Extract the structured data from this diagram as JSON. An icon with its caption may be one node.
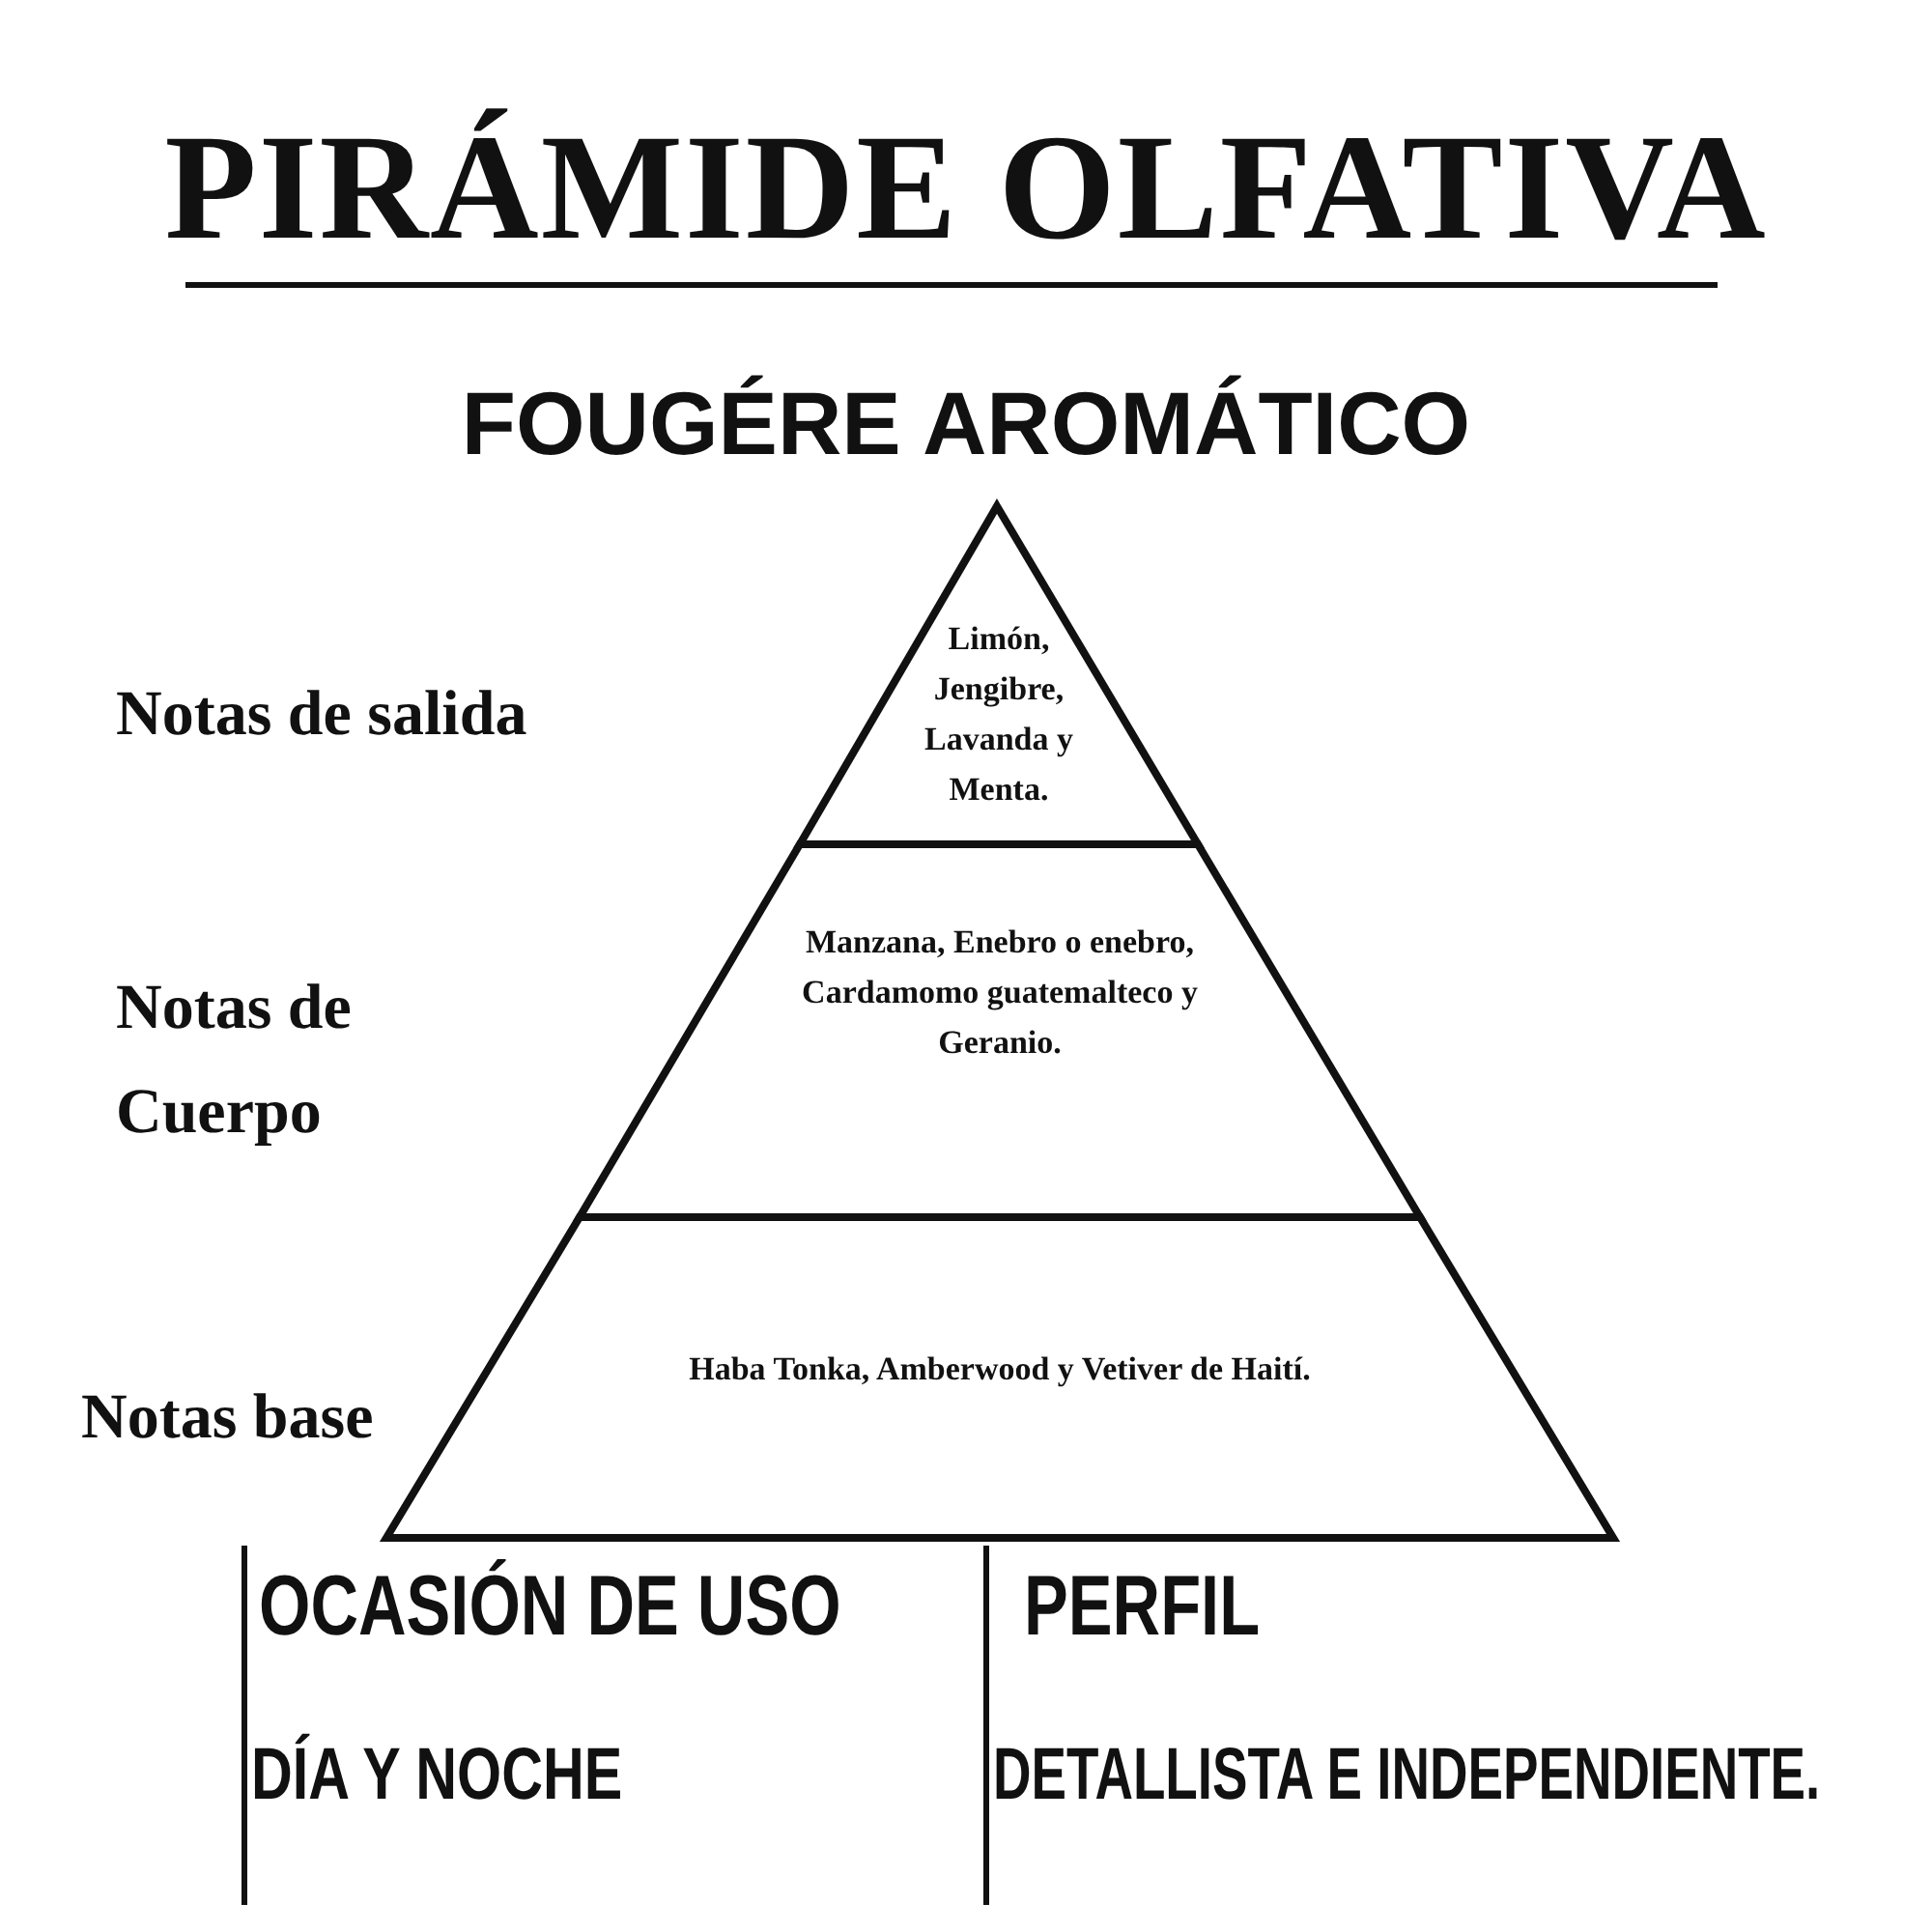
{
  "diagram": {
    "title": "PIRÁMIDE OLFATIVA",
    "nodes": [
      {
        "text": [
          "Limón, Jengibre, Lavanda y Menta."
        ]
      },
      {
        "text": [
          "Manzana, Enebro o enebro, Cardamomo guatemalteco y Geranio."
        ]
      },
      {
        "text": [
          "Haba Tonka, Amberwood y Vetiver de Haití."
        ]
      }
    ],
    "edges": [],
    "labels": [
      "FOUGÉRE AROMÁTICO",
      "Notas de salida",
      "Notas de Cuerpo",
      "Notas base",
      "OCASIÓN DE USO",
      "PERFIL",
      "DÍA Y NOCHE",
      "DETALLISTA E INDEPENDIENTE."
    ]
  }
}
